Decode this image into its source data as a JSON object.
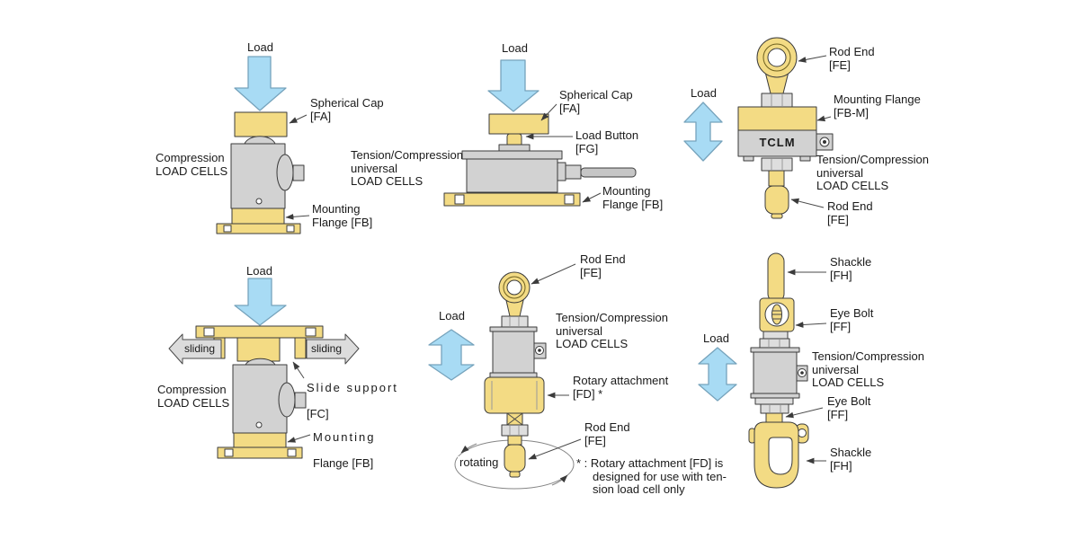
{
  "colors": {
    "component_yellow": "#F3DB84",
    "body_gray": "#D2D2D2",
    "load_arrow_blue": "#A8DBF4",
    "sliding_arrow_gray": "#DCDCDC",
    "outline": "#3b3b3b",
    "text": "#1a1a1a"
  },
  "f1": {
    "load": "Load",
    "spherical_cap": "Spherical Cap\n[FA]",
    "type_label": "Compression\nLOAD CELLS",
    "mounting_flange": "Mounting\nFlange [FB]"
  },
  "f2": {
    "load": "Load",
    "spherical_cap": "Spherical Cap\n[FA]",
    "load_button": "Load Button\n[FG]",
    "type_label": "Tension/Compression\nuniversal\nLOAD CELLS",
    "mounting_flange": "Mounting\nFlange [FB]"
  },
  "f3": {
    "load": "Load",
    "rod_end_top": "Rod End\n[FE]",
    "mounting_flange": "Mounting Flange\n[FB-M]",
    "body_text": "TCLM",
    "type_label": "Tension/Compression\nuniversal\nLOAD CELLS",
    "rod_end_bottom": "Rod End\n[FE]"
  },
  "f4": {
    "load": "Load",
    "sliding_left": "sliding",
    "sliding_right": "sliding",
    "slide_support_l1": "Slide support",
    "slide_support_l2": "[FC]",
    "type_label": "Compression\nLOAD CELLS",
    "mounting_l1": "Mounting",
    "mounting_l2": "Flange [FB]"
  },
  "f5": {
    "load": "Load",
    "rod_end_top": "Rod End\n[FE]",
    "type_label": "Tension/Compression\nuniversal\nLOAD CELLS",
    "rotary_attachment": "Rotary attachment\n[FD] *",
    "rod_end_bottom": "Rod End\n[FE]",
    "rotating": "rotating",
    "footnote": "* : Rotary attachment [FD] is\n     designed for use with ten-\n     sion load cell only"
  },
  "f6": {
    "load": "Load",
    "shackle_top": "Shackle\n[FH]",
    "eye_bolt_top": "Eye Bolt\n[FF]",
    "type_label": "Tension/Compression\nuniversal\nLOAD CELLS",
    "eye_bolt_bottom": "Eye Bolt\n[FF]",
    "shackle_bottom": "Shackle\n[FH]"
  }
}
